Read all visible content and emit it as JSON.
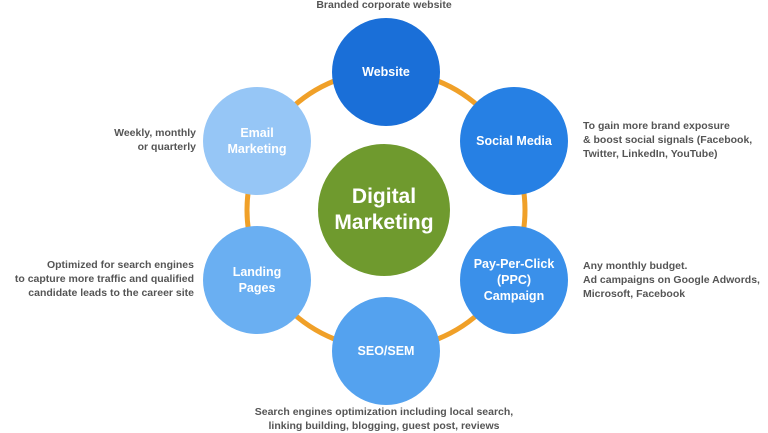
{
  "diagram": {
    "center": {
      "label": "Digital\nMarketing",
      "color": "#6f9a2e"
    },
    "ring_color": "#f0a028",
    "nodes": [
      {
        "id": "website",
        "label": "Website",
        "color": "#1a6fd8",
        "note": "Branded corporate website"
      },
      {
        "id": "social",
        "label": "Social Media",
        "color": "#2680e4",
        "note": "To gain more brand exposure\n& boost social signals (Facebook,\nTwitter, LinkedIn, YouTube)"
      },
      {
        "id": "ppc",
        "label": "Pay-Per-Click\n(PPC) Campaign",
        "color": "#3a90ea",
        "note": "Any monthly budget.\nAd campaigns on Google Adwords,\nMicrosoft, Facebook"
      },
      {
        "id": "seo",
        "label": "SEO/SEM",
        "color": "#54a2ef",
        "note": "Search engines optimization including local search,\nlinking building, blogging, guest post, reviews"
      },
      {
        "id": "landing",
        "label": "Landing\nPages",
        "color": "#6aaff2",
        "note": "Optimized for search engines\nto capture more traffic and qualified\ncandidate leads to the career site"
      },
      {
        "id": "email",
        "label": "Email\nMarketing",
        "color": "#96c6f6",
        "note": "Weekly, monthly\nor quarterly"
      }
    ]
  }
}
